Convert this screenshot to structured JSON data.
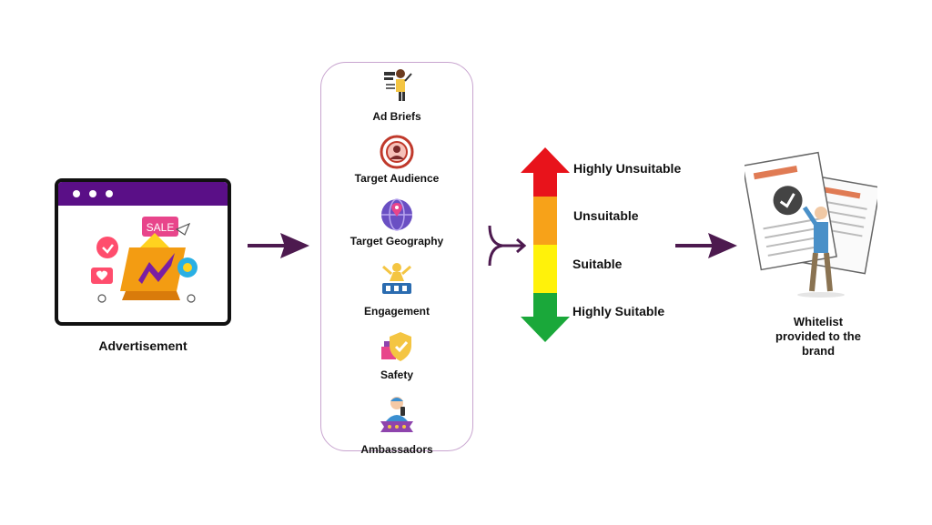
{
  "advertisement": {
    "caption": "Advertisement",
    "sale_text": "SALE"
  },
  "criteria": [
    {
      "label": "Ad Briefs",
      "icon": "ad-briefs-icon"
    },
    {
      "label": "Target Audience",
      "icon": "target-audience-icon"
    },
    {
      "label": "Target Geography",
      "icon": "target-geography-icon"
    },
    {
      "label": "Engagement",
      "icon": "engagement-icon"
    },
    {
      "label": "Safety",
      "icon": "safety-icon"
    },
    {
      "label": "Ambassadors",
      "icon": "ambassadors-icon"
    }
  ],
  "suitability_scale": {
    "levels": [
      {
        "label": "Highly Unsuitable",
        "color": "#e8131b"
      },
      {
        "label": "Unsuitable",
        "color": "#f7a219"
      },
      {
        "label": "Suitable",
        "color": "#fff20a"
      },
      {
        "label": "Highly Suitable",
        "color": "#1aa83a"
      }
    ]
  },
  "whitelist": {
    "line1": "Whitelist",
    "line2": "provided to the",
    "line3": "brand"
  },
  "colors": {
    "arrow": "#4d1a4f",
    "window_bar": "#5a0f87",
    "panel_border": "#c8a4cf"
  }
}
